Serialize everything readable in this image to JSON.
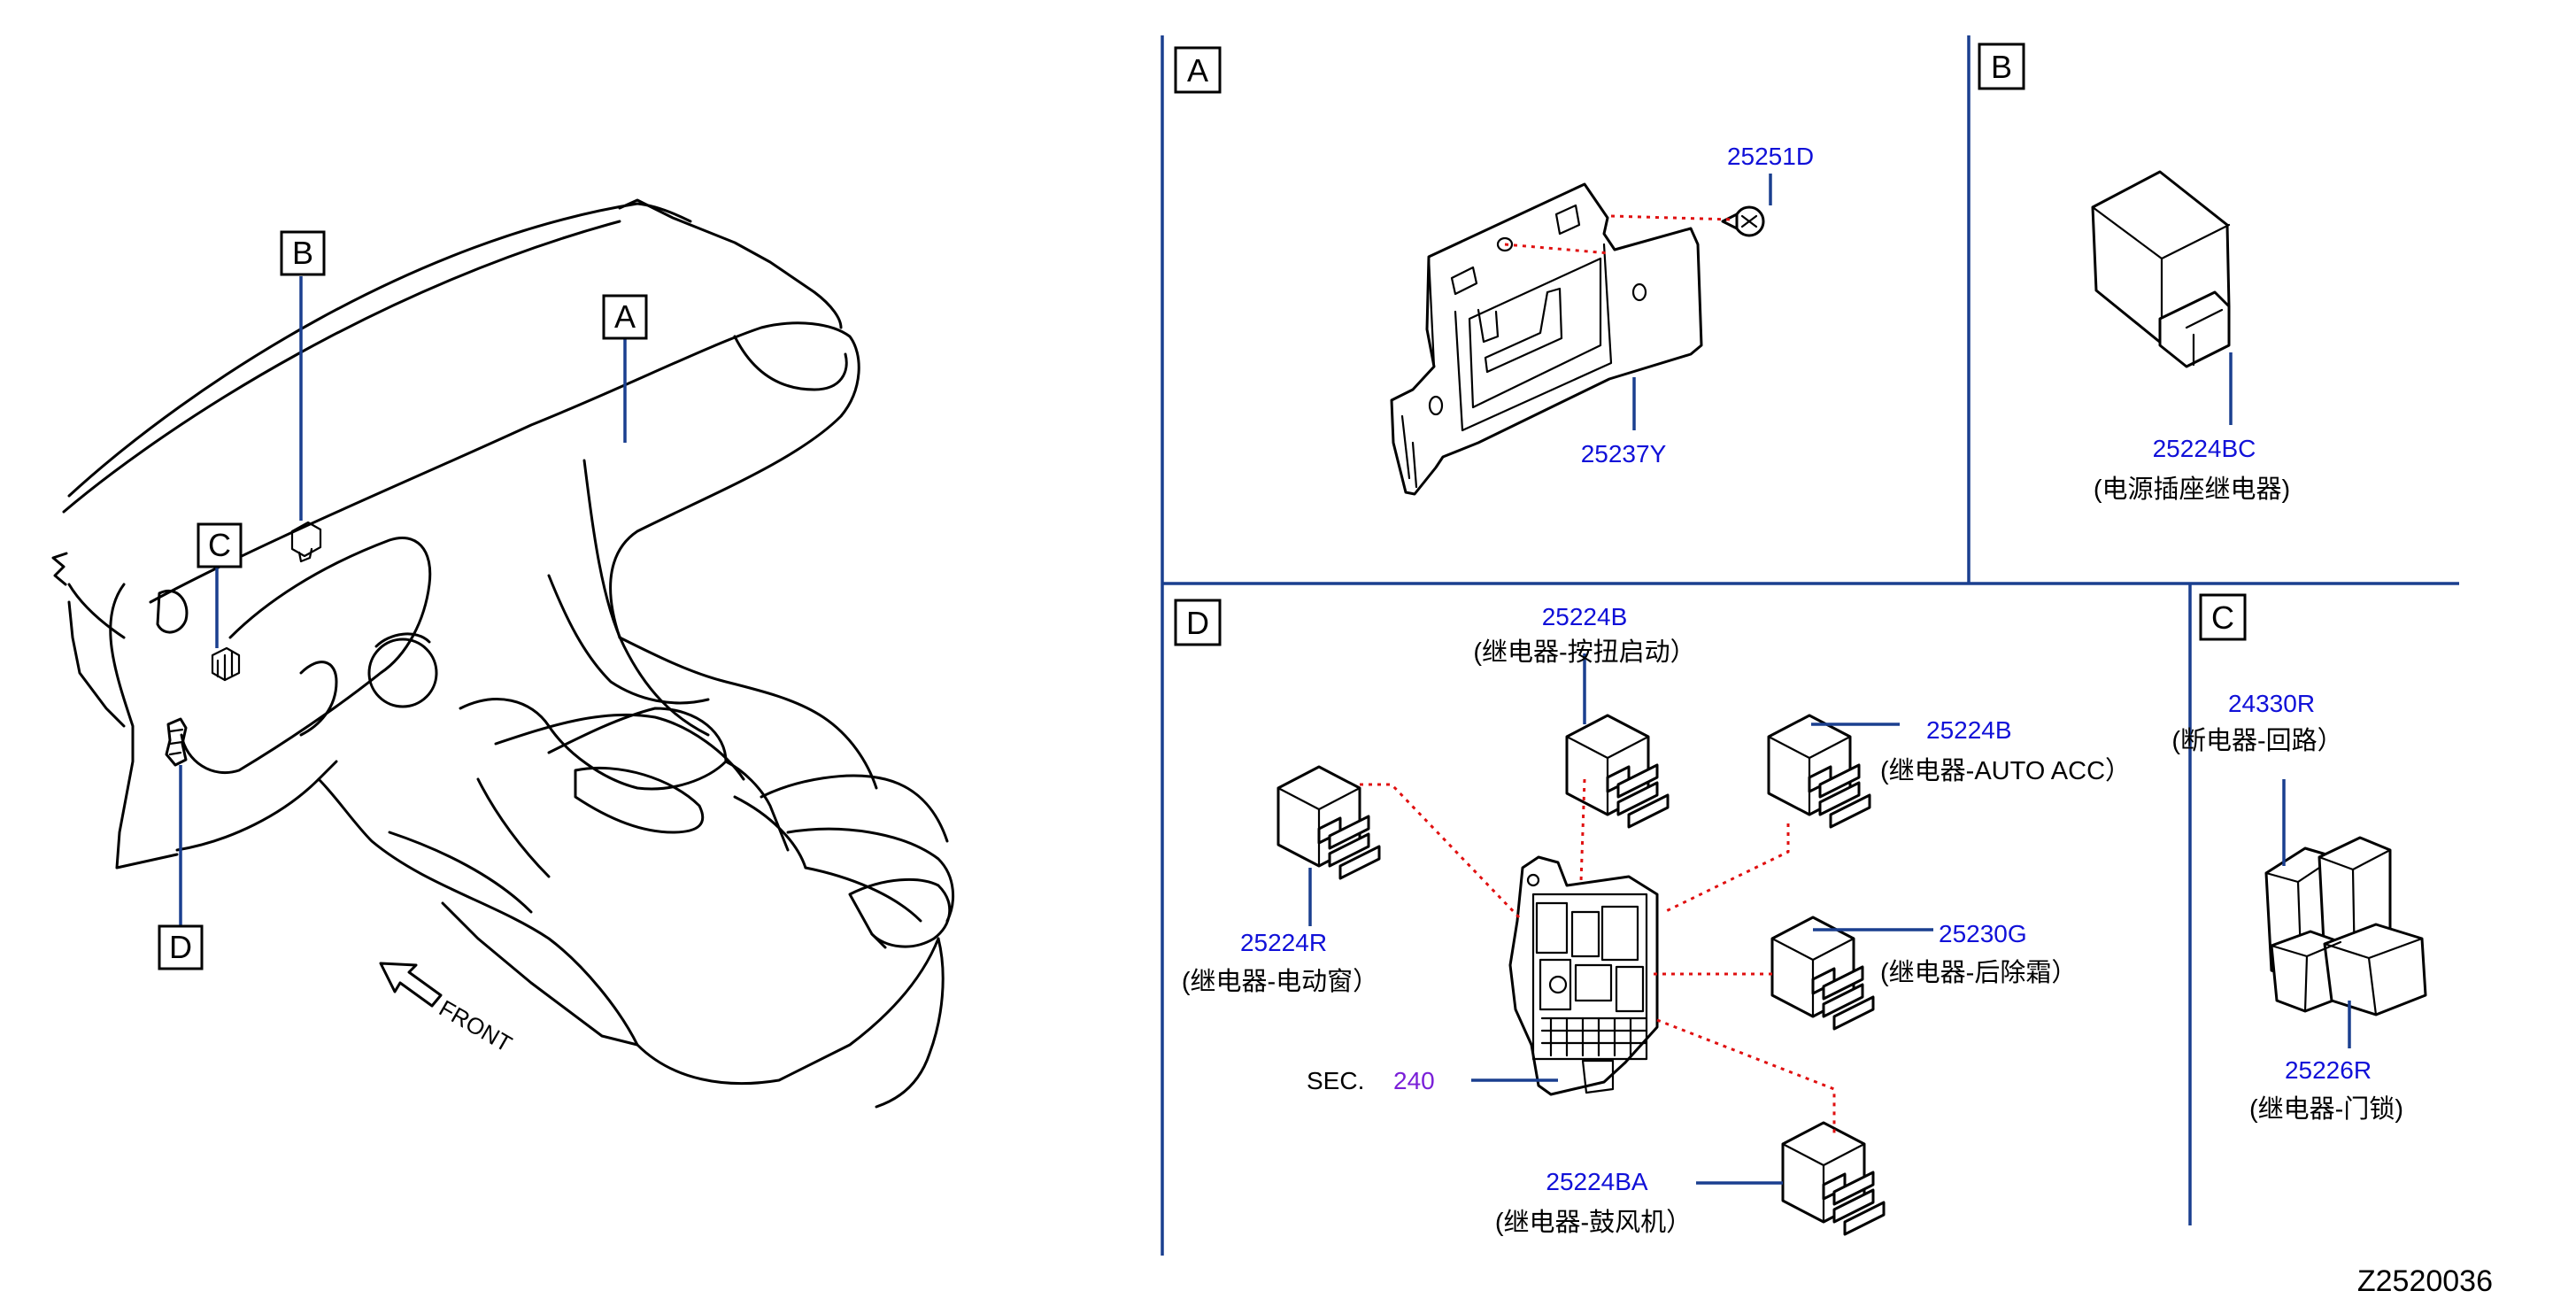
{
  "overview": {
    "callouts": {
      "a": "A",
      "b": "B",
      "c": "C",
      "d": "D"
    },
    "front_label": "FRONT"
  },
  "panel_a": {
    "label": "A",
    "parts": [
      {
        "number": "25251D"
      },
      {
        "number": "25237Y"
      }
    ]
  },
  "panel_b": {
    "label": "B",
    "parts": [
      {
        "number": "25224BC",
        "description": "(电源插座继电器)"
      }
    ]
  },
  "panel_d": {
    "label": "D",
    "parts": [
      {
        "number": "25224B",
        "description": "(继电器-按扭启动）"
      },
      {
        "number": "25224B",
        "description": "(继电器-AUTO   ACC）"
      },
      {
        "number": "25224R",
        "description": "(继电器-电动窗）"
      },
      {
        "number": "25230G",
        "description": "(继电器-后除霜）"
      },
      {
        "number": "25224BA",
        "description": "(继电器-鼓风机）"
      }
    ],
    "section_ref": {
      "label": "SEC.",
      "number": "240"
    }
  },
  "panel_c": {
    "label": "C",
    "parts": [
      {
        "number": "24330R",
        "description": "(断电器-回路）"
      },
      {
        "number": "25226R",
        "description": "(继电器-门锁)"
      }
    ]
  },
  "diagram_code": "Z2520036"
}
